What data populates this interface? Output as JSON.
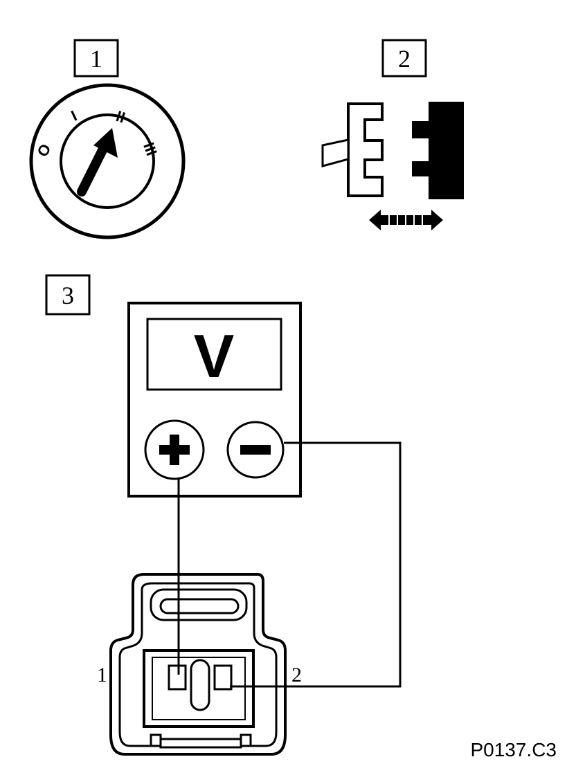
{
  "steps": {
    "step1": "1",
    "step2": "2",
    "step3": "3"
  },
  "ignition": {
    "pos0": "O",
    "pos1": "I",
    "pos2": "II",
    "pos3": "III"
  },
  "meter": {
    "unit": "V",
    "plus": "+",
    "minus": "−"
  },
  "pins": {
    "left": "1",
    "right": "2"
  },
  "figure_code": "P0137.C3"
}
